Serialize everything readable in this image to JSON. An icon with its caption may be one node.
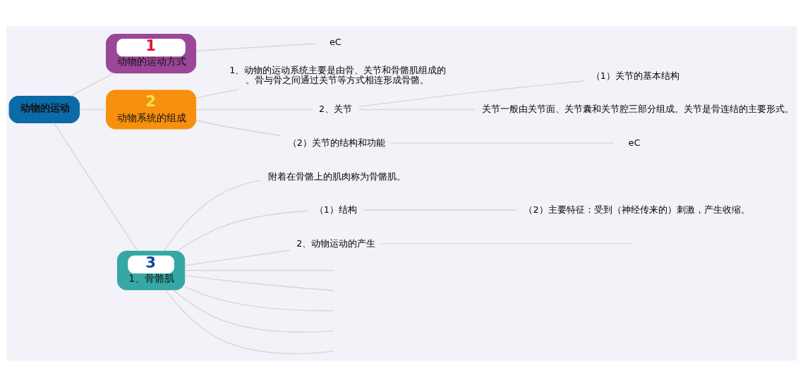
{
  "diagram": {
    "nodes": [
      {
        "text": [
          "动物的运动"
        ]
      },
      {
        "text": [
          "1",
          "动物的运动方式"
        ]
      },
      {
        "text": [
          "eC"
        ]
      },
      {
        "text": [
          "2",
          "动物系统的组成"
        ]
      },
      {
        "text": [
          "1、动物的运动系统主要是由骨、关节和骨骼肌组成的。骨与骨之间通过关节等方式相连形成骨骼。"
        ]
      },
      {
        "text": [
          "2、关节"
        ]
      },
      {
        "text": [
          "（1）关节的基本结构"
        ]
      },
      {
        "text": [
          "关节一般由关节面、关节囊和关节腔三部分组成。关节是骨连结的主要形式。"
        ]
      },
      {
        "text": [
          "（2）关节的结构和功能"
        ]
      },
      {
        "text": [
          "eC"
        ]
      },
      {
        "text": [
          "3",
          "1、骨骼肌"
        ]
      },
      {
        "text": [
          "附着在骨骼上的肌肉称为骨骼肌。"
        ]
      },
      {
        "text": [
          "（1）结构"
        ]
      },
      {
        "text": [
          "（2）主要特征：受到（神经传来的）刺激，产生收缩。"
        ]
      },
      {
        "text": [
          "2、动物运动的产生"
        ]
      }
    ],
    "edges": [
      {
        "from": 0,
        "to": 1,
        "arrow": "none"
      },
      {
        "from": 0,
        "to": 3,
        "arrow": "none"
      },
      {
        "from": 0,
        "to": 10,
        "arrow": "none"
      },
      {
        "from": 1,
        "to": 2,
        "arrow": "none"
      },
      {
        "from": 3,
        "to": 4,
        "arrow": "none"
      },
      {
        "from": 3,
        "to": 5,
        "arrow": "none"
      },
      {
        "from": 3,
        "to": 8,
        "arrow": "none"
      },
      {
        "from": 5,
        "to": 6,
        "arrow": "none"
      },
      {
        "from": 5,
        "to": 7,
        "arrow": "none"
      },
      {
        "from": 8,
        "to": 9,
        "arrow": "none"
      },
      {
        "from": 10,
        "to": 11,
        "arrow": "none"
      },
      {
        "from": 10,
        "to": 12,
        "arrow": "none"
      },
      {
        "from": 10,
        "to": 14,
        "arrow": "none"
      },
      {
        "from": 12,
        "to": 13,
        "arrow": "none"
      },
      {
        "from": 14,
        "to": null,
        "arrow": "none"
      },
      {
        "from": 10,
        "to": null,
        "arrow": "none"
      },
      {
        "from": 10,
        "to": null,
        "arrow": "none"
      },
      {
        "from": 10,
        "to": null,
        "arrow": "none"
      },
      {
        "from": 10,
        "to": null,
        "arrow": "none"
      },
      {
        "from": 10,
        "to": null,
        "arrow": "none"
      }
    ]
  }
}
